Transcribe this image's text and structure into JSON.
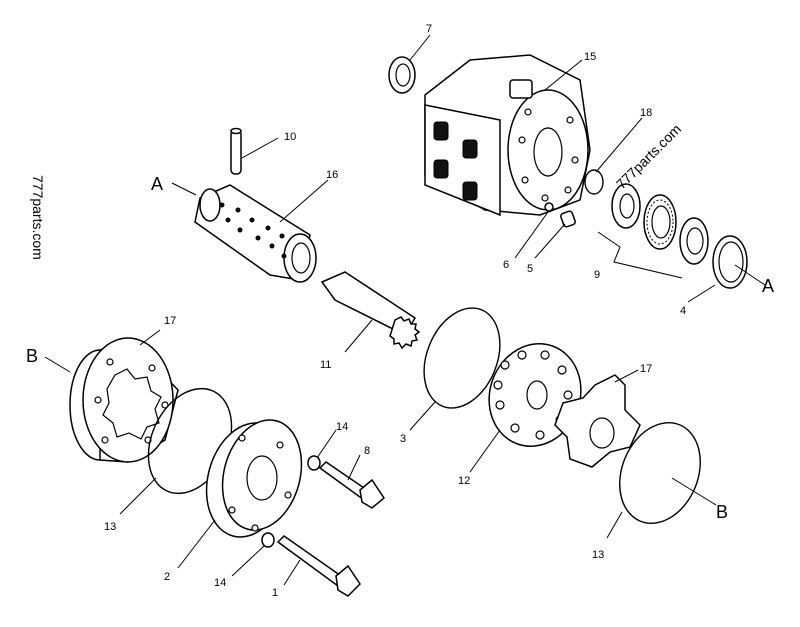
{
  "callouts": {
    "c1": "1",
    "c2": "2",
    "c3": "3",
    "c4": "4",
    "c5": "5",
    "c6": "6",
    "c7": "7",
    "c8": "8",
    "c9": "9",
    "c10": "10",
    "c11": "11",
    "c12": "12",
    "c13a": "13",
    "c13b": "13",
    "c14a": "14",
    "c14b": "14",
    "c15": "15",
    "c16": "16",
    "c17a": "17",
    "c17b": "17",
    "c18": "18"
  },
  "letters": {
    "a_left": "A",
    "a_right": "A",
    "b_left": "B",
    "b_right": "B"
  },
  "watermarks": {
    "left": "777parts.com",
    "center": "777parts.com"
  }
}
